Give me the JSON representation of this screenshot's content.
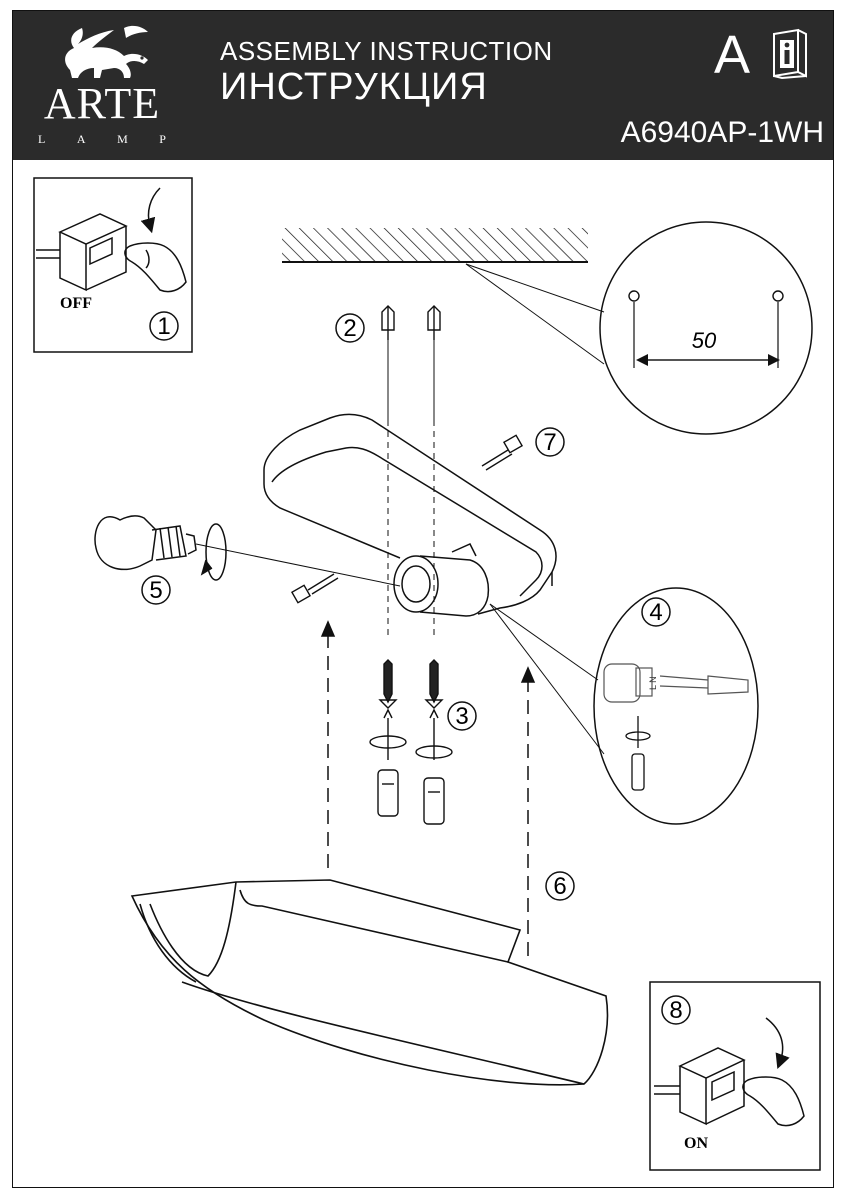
{
  "header": {
    "brand": "ARTE",
    "brand_sub": [
      "L",
      "A",
      "M",
      "P"
    ],
    "title_en": "ASSEMBLY INSTRUCTION",
    "title_ru": "ИНСТРУКЦИЯ",
    "section_letter": "A",
    "model": "A6940AP-1WH",
    "icons": {
      "logo": "griffin-logo-icon",
      "info": "info-book-icon"
    }
  },
  "steps": {
    "s1": "1",
    "s2": "2",
    "s3": "3",
    "s4": "4",
    "s5": "5",
    "s6": "6",
    "s7": "7",
    "s8": "8"
  },
  "captions": {
    "off": "OFF",
    "on": "ON",
    "dimension": "50",
    "wire_labels": "L N"
  },
  "colors": {
    "header_bg": "#2b2b2b",
    "ink": "#111111"
  }
}
